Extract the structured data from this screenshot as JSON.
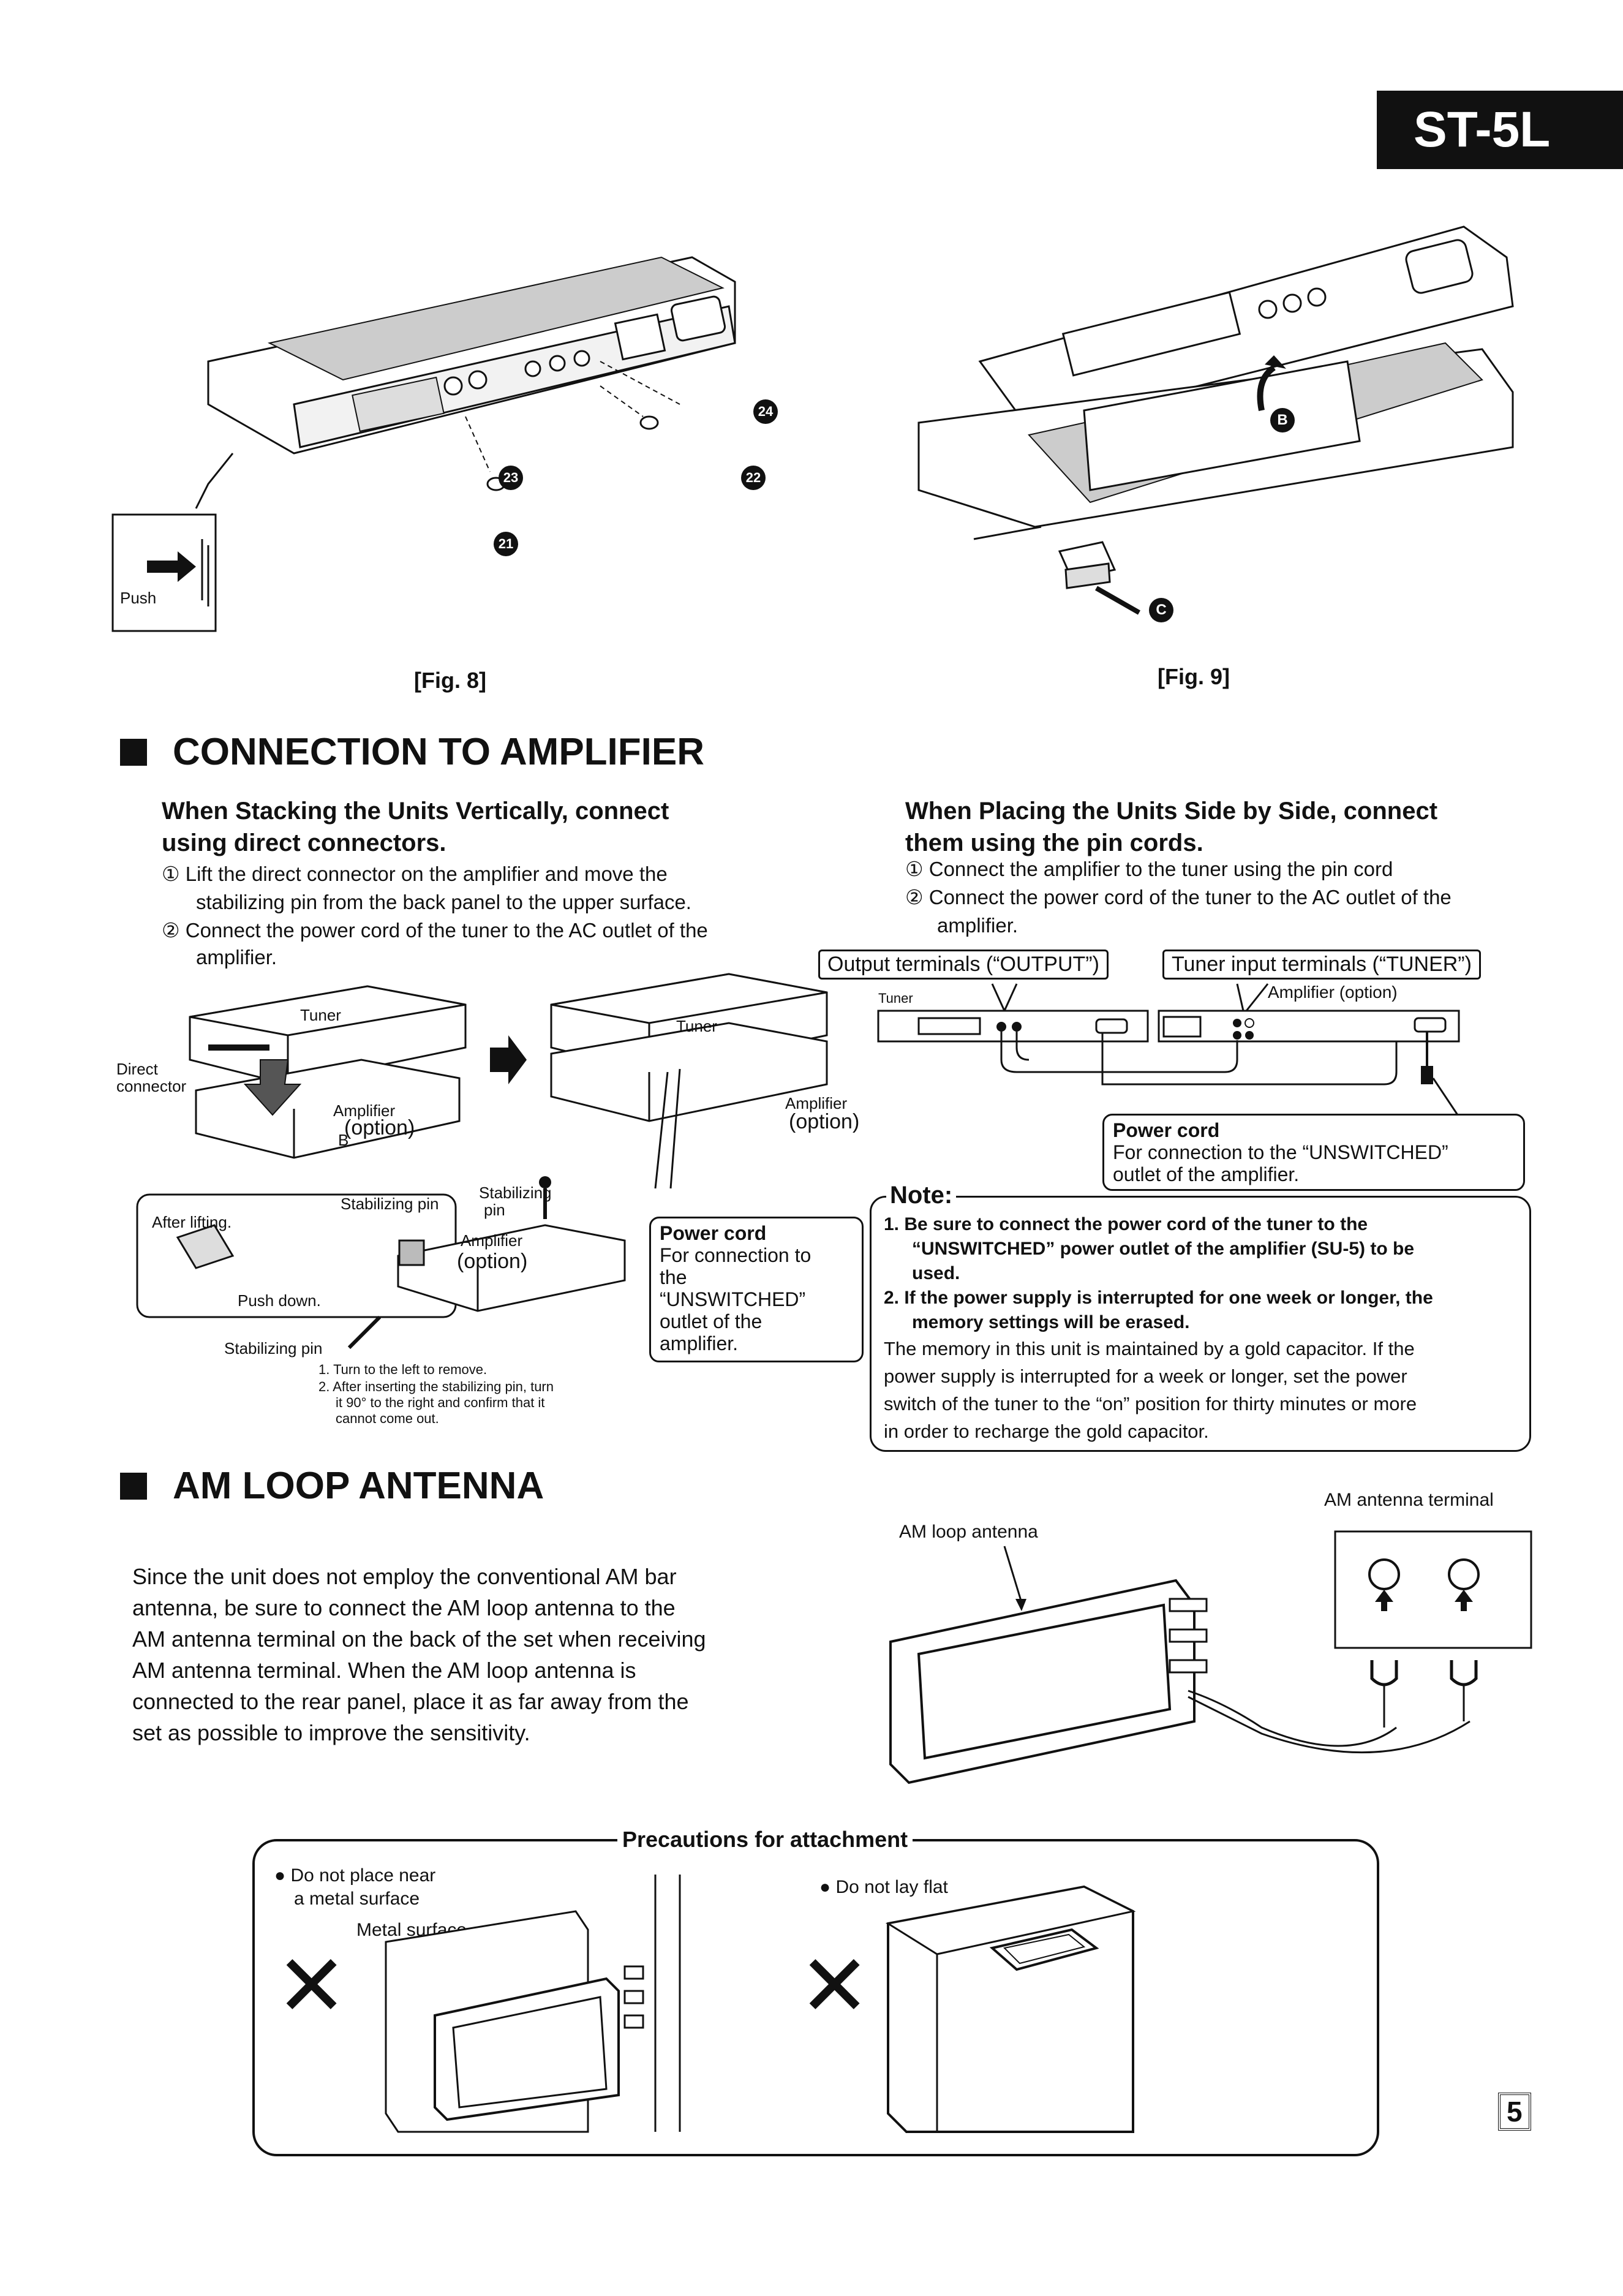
{
  "model_badge": "ST-5L",
  "page_number": "5",
  "fig8": {
    "caption": "[Fig. 8]",
    "push_label": "Push",
    "callouts": [
      "23",
      "21",
      "24",
      "22"
    ]
  },
  "fig9": {
    "caption": "[Fig. 9]",
    "callouts": [
      "B",
      "C"
    ]
  },
  "connection": {
    "heading": "CONNECTION TO AMPLIFIER",
    "left": {
      "subhead_line1": "When Stacking the Units Vertically, connect",
      "subhead_line2": "using direct connectors.",
      "step1_line1": "① Lift the direct connector on the amplifier and move the",
      "step1_line2": "stabilizing pin from the back panel to the upper surface.",
      "step2_line1": "② Connect the power cord of the tuner to the AC outlet of the",
      "step2_line2": "amplifier."
    },
    "right": {
      "subhead_line1": "When Placing the Units Side by Side, connect",
      "subhead_line2": "them using the pin cords.",
      "step1": "① Connect the amplifier to the tuner using the pin cord",
      "step2_line1": "② Connect the power cord of the tuner to the AC outlet of the",
      "step2_line2": "amplifier."
    },
    "diagram_labels": {
      "tuner": "Tuner",
      "direct_connector_line1": "Direct",
      "direct_connector_line2": "connector",
      "amplifier": "Amplifier",
      "option": "(option)",
      "b": "B",
      "stabilizing_pin": "Stabilizing pin",
      "stabilizing_line1": "Stabilizing",
      "stabilizing_line2": "pin",
      "after_lifting": "After lifting.",
      "push_down": "Push down.",
      "stabilizing_pin_bottom": "Stabilizing pin",
      "turn_note1": "1.  Turn to the left to remove.",
      "turn_note2_line1": "2.  After inserting the stabilizing pin, turn",
      "turn_note2_line2": "it 90° to the right and confirm that it",
      "turn_note2_line3": "cannot come out.",
      "output_terminals": "Output terminals (“OUTPUT”)",
      "tuner_input_terminals": "Tuner input terminals (“TUNER”)",
      "tuner_small": "Tuner",
      "amplifier_option": "Amplifier (option)"
    },
    "power_cord_left": {
      "title": "Power cord",
      "line1": "For connection to",
      "line2": "the",
      "line3": "“UNSWITCHED”",
      "line4": "outlet of the",
      "line5": "amplifier."
    },
    "power_cord_right": {
      "title": "Power cord",
      "line1": "For connection to the “UNSWITCHED”",
      "line2": "outlet of the amplifier."
    },
    "note": {
      "title": "Note:",
      "item1_line1": "1.  Be sure to connect the power cord of the tuner to the",
      "item1_line2": "“UNSWITCHED” power outlet of the amplifier (SU-5) to be",
      "item1_line3": "used.",
      "item2_line1": "2.  If the power supply is interrupted for one week or longer, the",
      "item2_line2": "memory settings will be erased.",
      "body_line1": "The memory in this unit is maintained by a gold capacitor. If the",
      "body_line2": "power supply is interrupted for a week or longer, set the power",
      "body_line3": "switch of the tuner to the “on” position for thirty minutes or more",
      "body_line4": "in order to recharge the gold capacitor."
    }
  },
  "am_loop": {
    "heading": "AM LOOP ANTENNA",
    "text_line1": "Since the unit does not employ the conventional AM bar",
    "text_line2": "antenna, be sure to connect the AM loop antenna to the",
    "text_line3": "AM antenna terminal on the back of the set when receiving",
    "text_line4": "AM  antenna  terminal.  When  the  AM  loop  antenna  is",
    "text_line5": "connected to the rear panel, place it as far away from the",
    "text_line6": "set as possible to improve the sensitivity.",
    "label_loop": "AM loop antenna",
    "label_terminal": "AM antenna terminal"
  },
  "precautions": {
    "title": "Precautions for attachment",
    "item1_line1": "● Do not place near",
    "item1_line2": "a metal surface",
    "metal_surface": "Metal surface",
    "item2": "●  Do not lay flat",
    "x_mark": "✕"
  }
}
